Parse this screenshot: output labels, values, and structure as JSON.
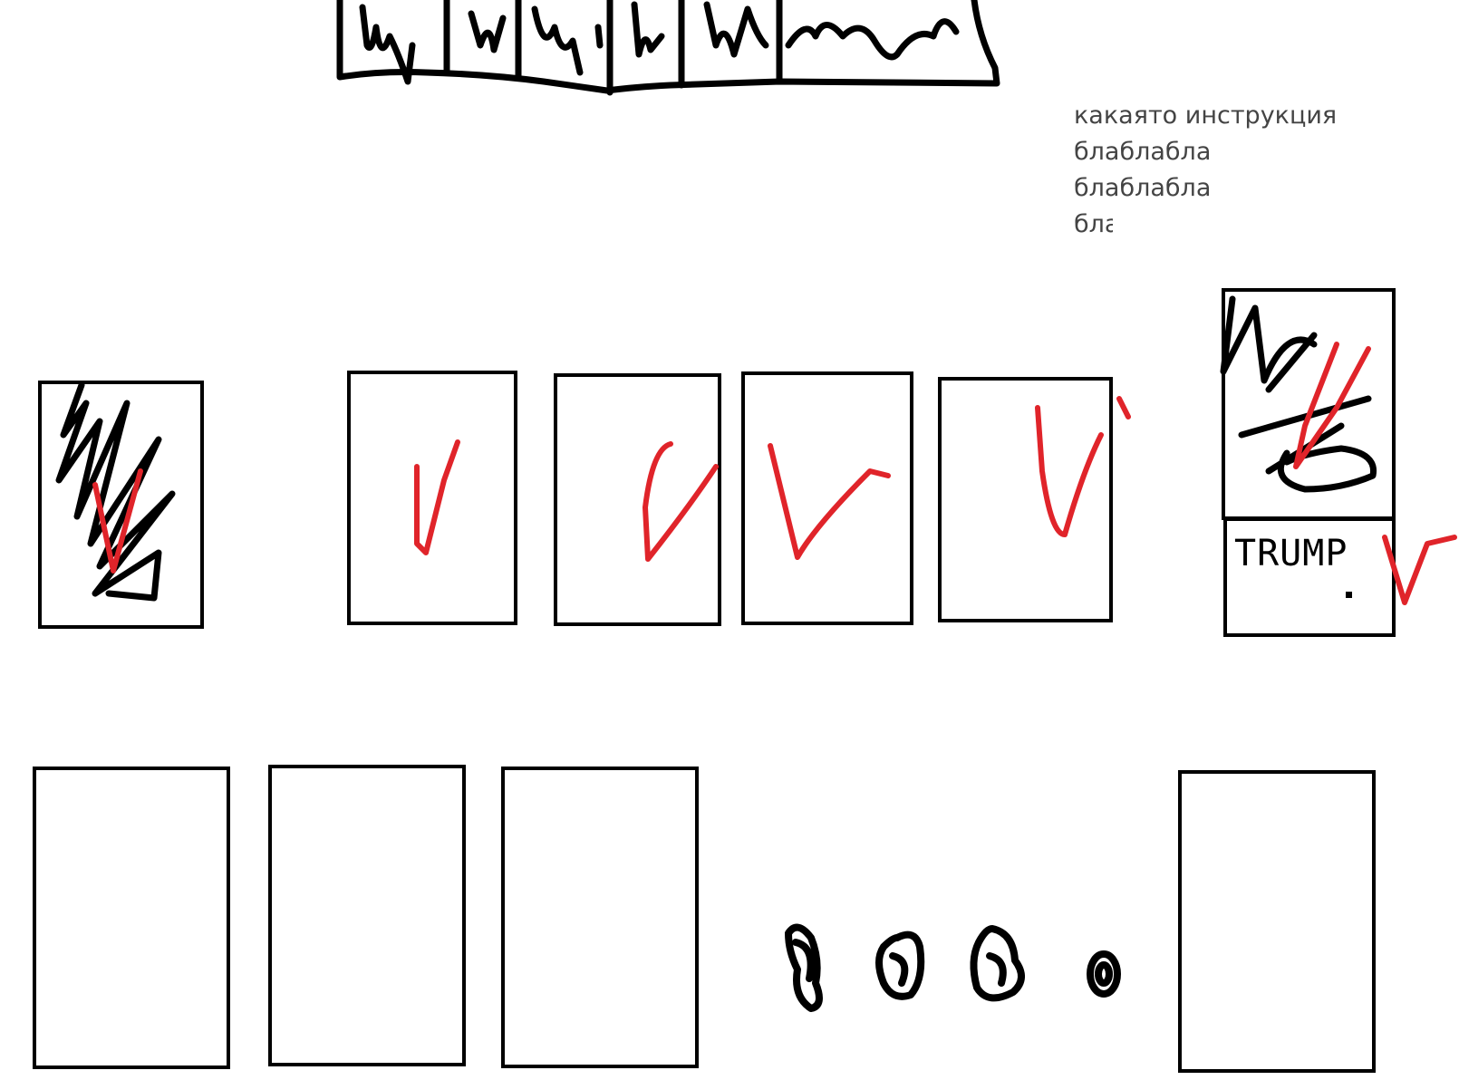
{
  "instructions": {
    "lines": [
      "какаято инструкция",
      "блаблабла",
      "блаблабла",
      "бла"
    ]
  },
  "selected_card": {
    "label": "TRUMP"
  },
  "colors": {
    "ink": "#000000",
    "check": "#e0242a",
    "background": "#ffffff",
    "text": "#444444"
  }
}
